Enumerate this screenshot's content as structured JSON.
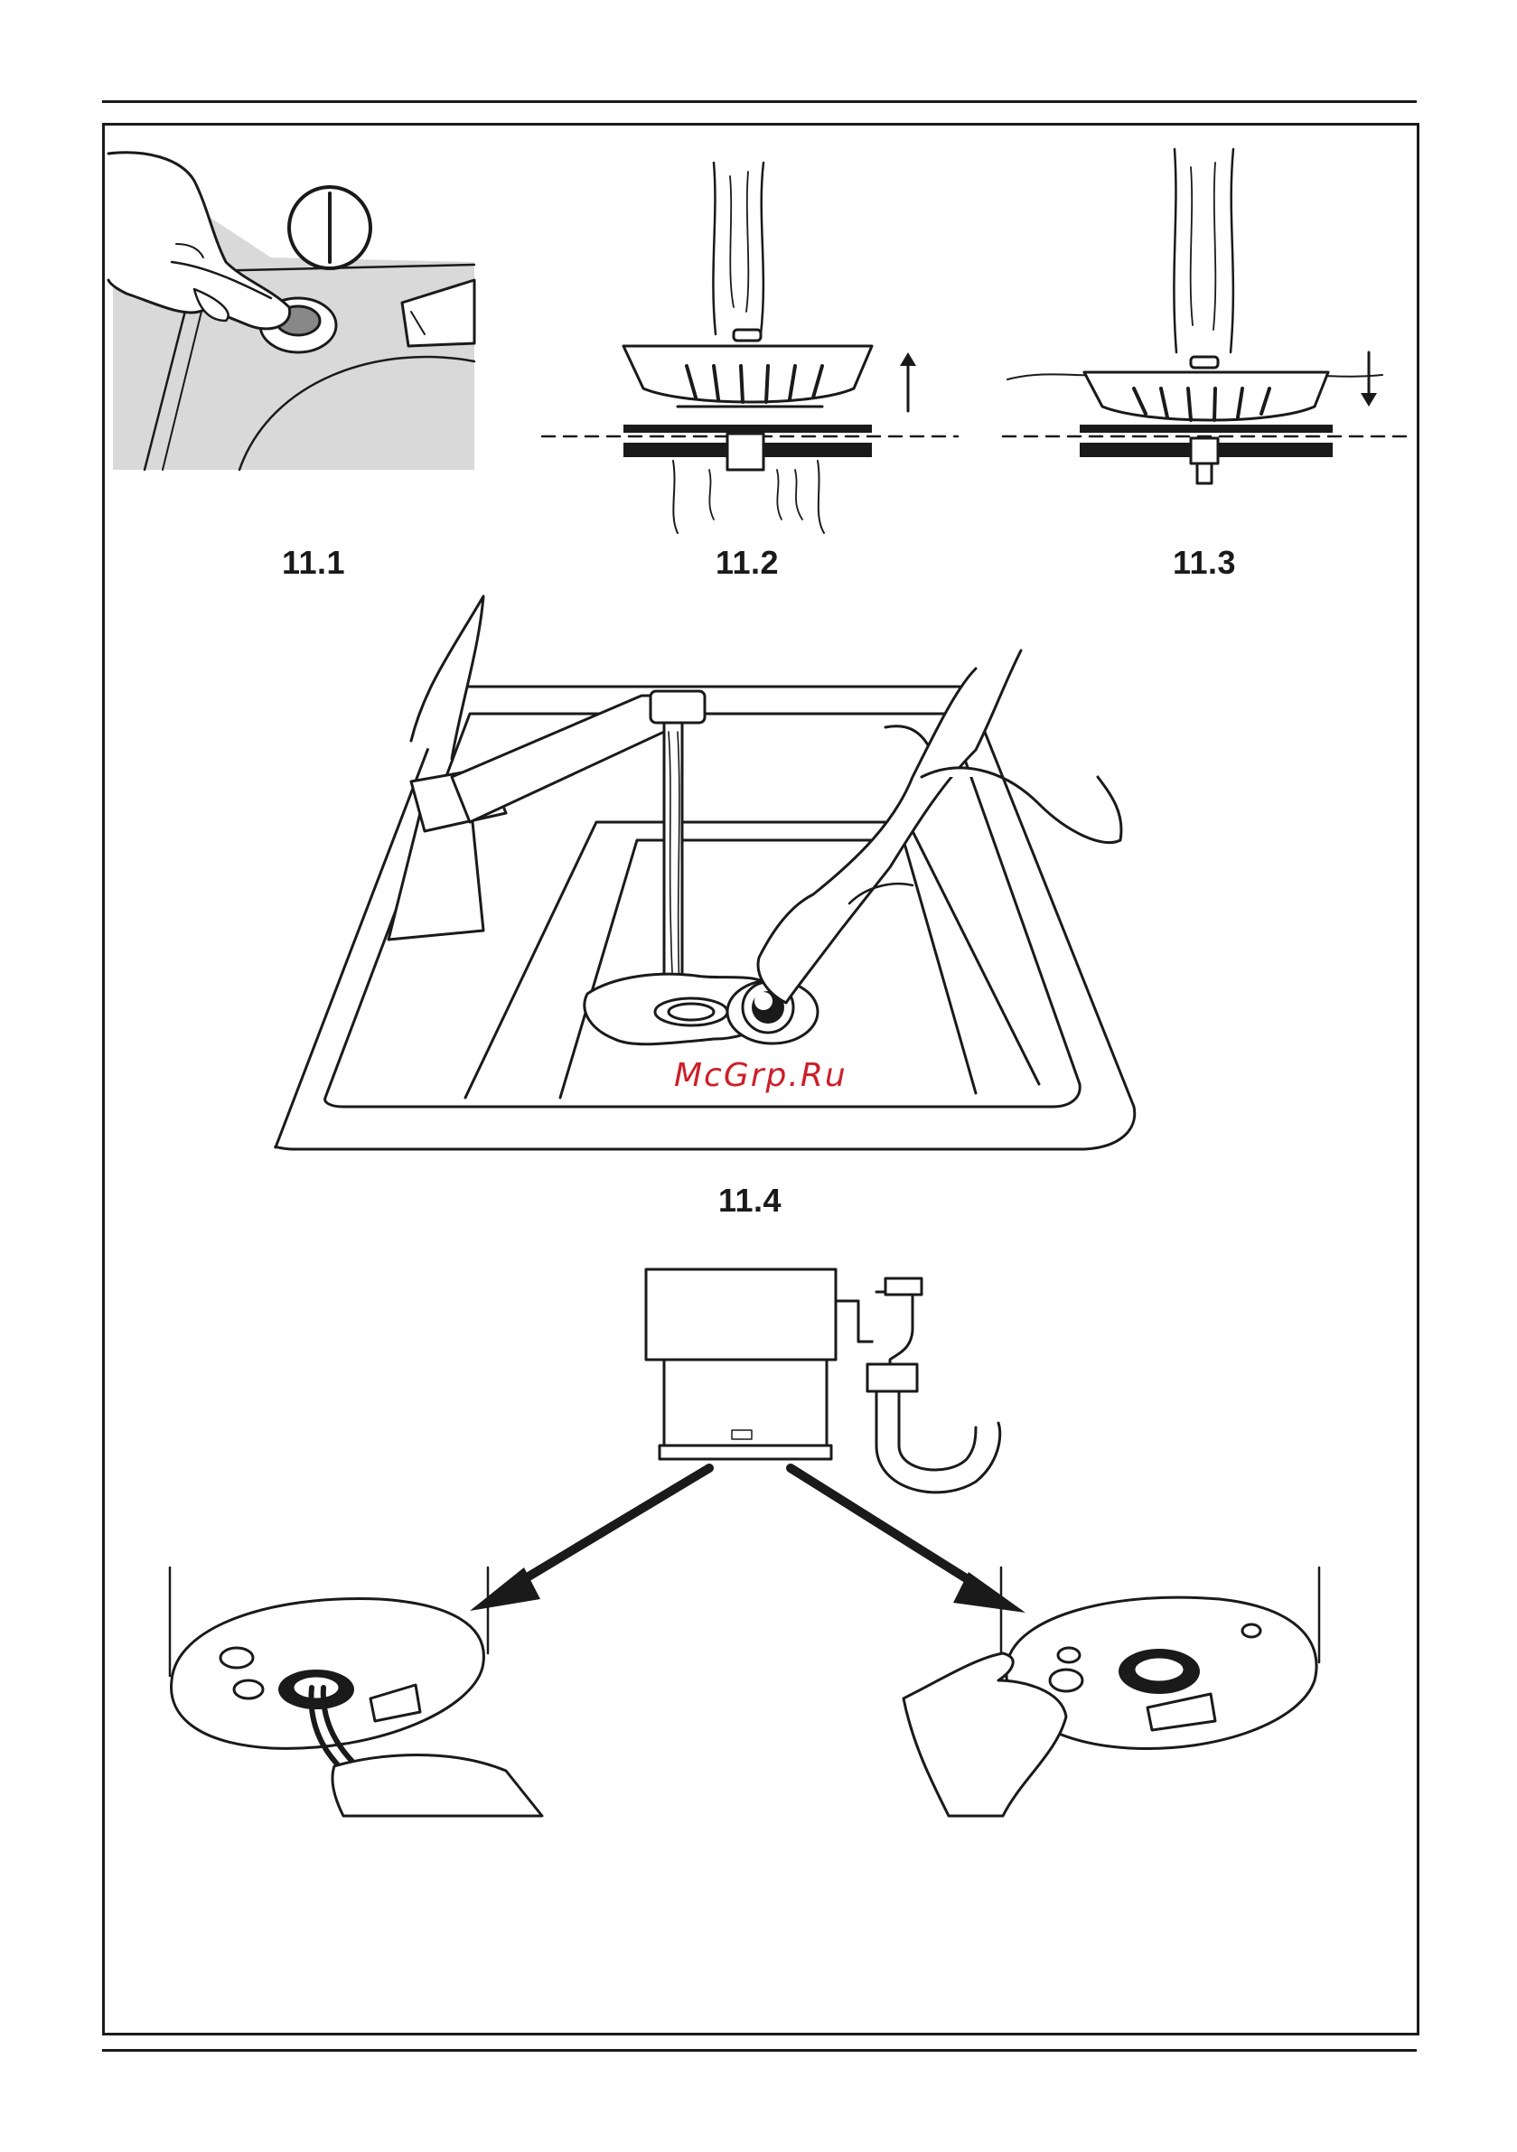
{
  "figures": [
    {
      "id": "fig-11-1",
      "label": "11.1"
    },
    {
      "id": "fig-11-2",
      "label": "11.2"
    },
    {
      "id": "fig-11-3",
      "label": "11.3"
    },
    {
      "id": "fig-11-4",
      "label": "11.4"
    }
  ],
  "watermark": "McGrp.Ru"
}
